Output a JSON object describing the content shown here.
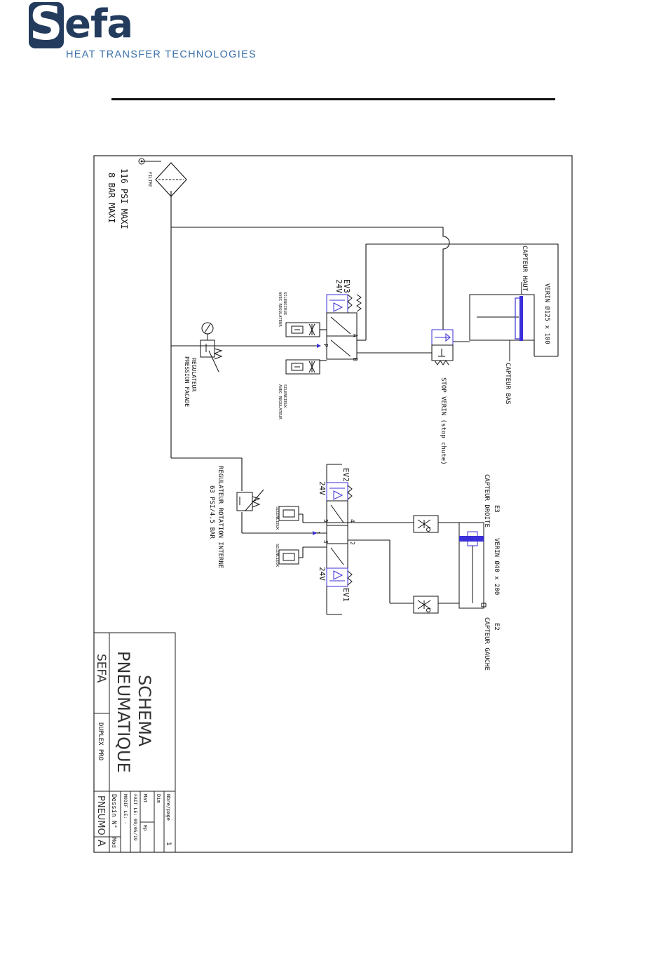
{
  "header": {
    "logo_s": "S",
    "logo_word": "efa",
    "tagline": "HEAT TRANSFER TECHNOLOGIES",
    "brand_color": "#233c5e",
    "tagline_color": "#3a6fa8"
  },
  "diagram": {
    "pressure_1": "116 PSI MAXI",
    "pressure_2": "8 BAR MAXI",
    "filtre": "FILTRE",
    "regulateur_facade_1": "REGULATEUR",
    "regulateur_facade_2": "PRESSION FACADE",
    "silencieux_reg_1": "SILENCIEUX",
    "silencieux_reg_2": "AVEC REGULATEUR",
    "silencieux": "SILENCIEUX",
    "ev3": "EV3",
    "ev2": "EV2",
    "ev1": "EV1",
    "v24": "24V",
    "port_a": "A",
    "port_b": "B",
    "port_p": "P",
    "port_4": "4",
    "port_5": "5",
    "port_1": "1",
    "port_3": "3",
    "port_2": "2",
    "capteur_haut": "CAPTEUR HAUT",
    "verin_125": "VERIN Ø125 x 100",
    "capteur_bas": "CAPTEUR BAS",
    "stop_verin": "STOP VERIN (stop chute)",
    "regulateur_rotation_1": "REGULATEUR ROTATION INTERNE",
    "regulateur_rotation_2": "63 PSI/4.5 BAR",
    "e3": "E3",
    "capteur_droite": "CAPTEUR DROITE",
    "verin_40": "VERIN Ø40 x 200",
    "e2": "E2",
    "capteur_gauche": "CAPTEUR GAUCHE"
  },
  "title_block": {
    "schema": "SCHEMA",
    "pneumatique": "PNEUMATIQUE",
    "sefa": "SEFA",
    "duplex": "DUPLEX PRO",
    "nbre_page": "Nbre/page",
    "page_count": "1",
    "dim": "Dim",
    "mat": "Mat",
    "ep": "Ep",
    "fait_le": "FAIT LE: 09/05/19",
    "modif_le": "MODIF LE: -",
    "dessin_n": "Dessin N°",
    "mod": "Mod",
    "pneumo": "PNEUMO",
    "rev": "A"
  }
}
